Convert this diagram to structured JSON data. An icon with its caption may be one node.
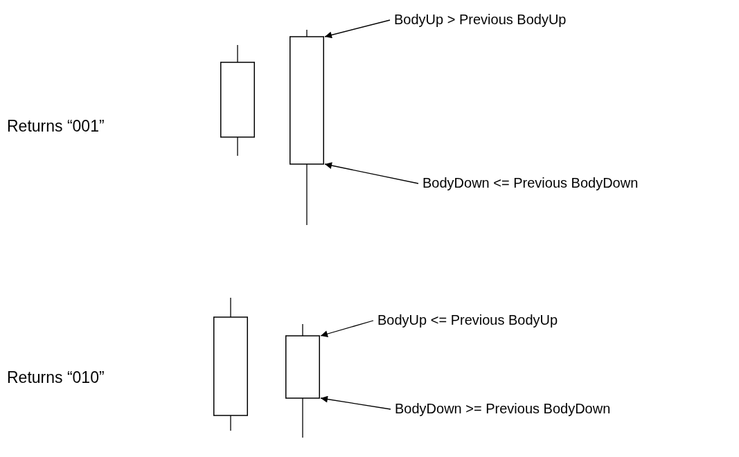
{
  "diagram": {
    "nodes": [
      {
        "text": [
          "BodyUp > Previous BodyUp"
        ]
      },
      {
        "text": [],
        "shape": "box"
      },
      {
        "text": [
          "BodyDown <= Previous BodyDown"
        ]
      },
      {
        "text": [
          "BodyUp <= Previous BodyUp"
        ]
      },
      {
        "text": [],
        "shape": "box"
      },
      {
        "text": [
          "BodyDown >= Previous BodyDown"
        ]
      }
    ],
    "edges": [
      {
        "from": 0,
        "to": 1,
        "arrow": "to"
      },
      {
        "from": 2,
        "to": 1,
        "arrow": "to"
      },
      {
        "from": 3,
        "to": 4,
        "arrow": "to"
      },
      {
        "from": 5,
        "to": 4,
        "arrow": "to"
      }
    ],
    "labels": [
      "Returns “001”",
      "Returns “010”"
    ]
  }
}
